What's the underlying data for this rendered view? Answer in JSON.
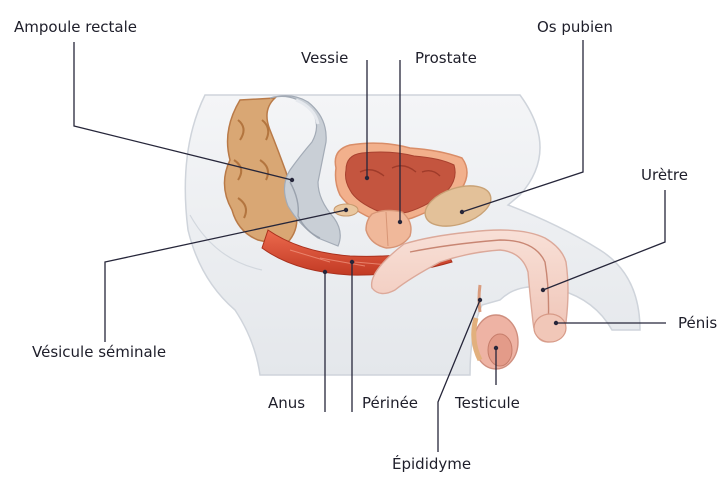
{
  "labels": {
    "ampoule_rectale": "Ampoule rectale",
    "vessie": "Vessie",
    "prostate": "Prostate",
    "os_pubien": "Os pubien",
    "uretre": "Urètre",
    "vesicule_seminale": "Vésicule séminale",
    "penis": "Pénis",
    "anus": "Anus",
    "perinee": "Périnée",
    "testicule": "Testicule",
    "epididyme": "Épididyme"
  },
  "colors": {
    "body": "#eceef1",
    "body_outline": "#c9ced6",
    "rectum_tan": "#d9a774",
    "rectum_dark": "#b97a48",
    "rectum_gray": "#aab2bd",
    "bladder_outer": "#f2b08c",
    "bladder_inner": "#c4553f",
    "prostate": "#f0b89a",
    "pubic_bone": "#e3c199",
    "muscle": "#d9492f",
    "urethra": "#f3d3c8",
    "testicle": "#eeb3a4",
    "leader": "#26263a"
  }
}
